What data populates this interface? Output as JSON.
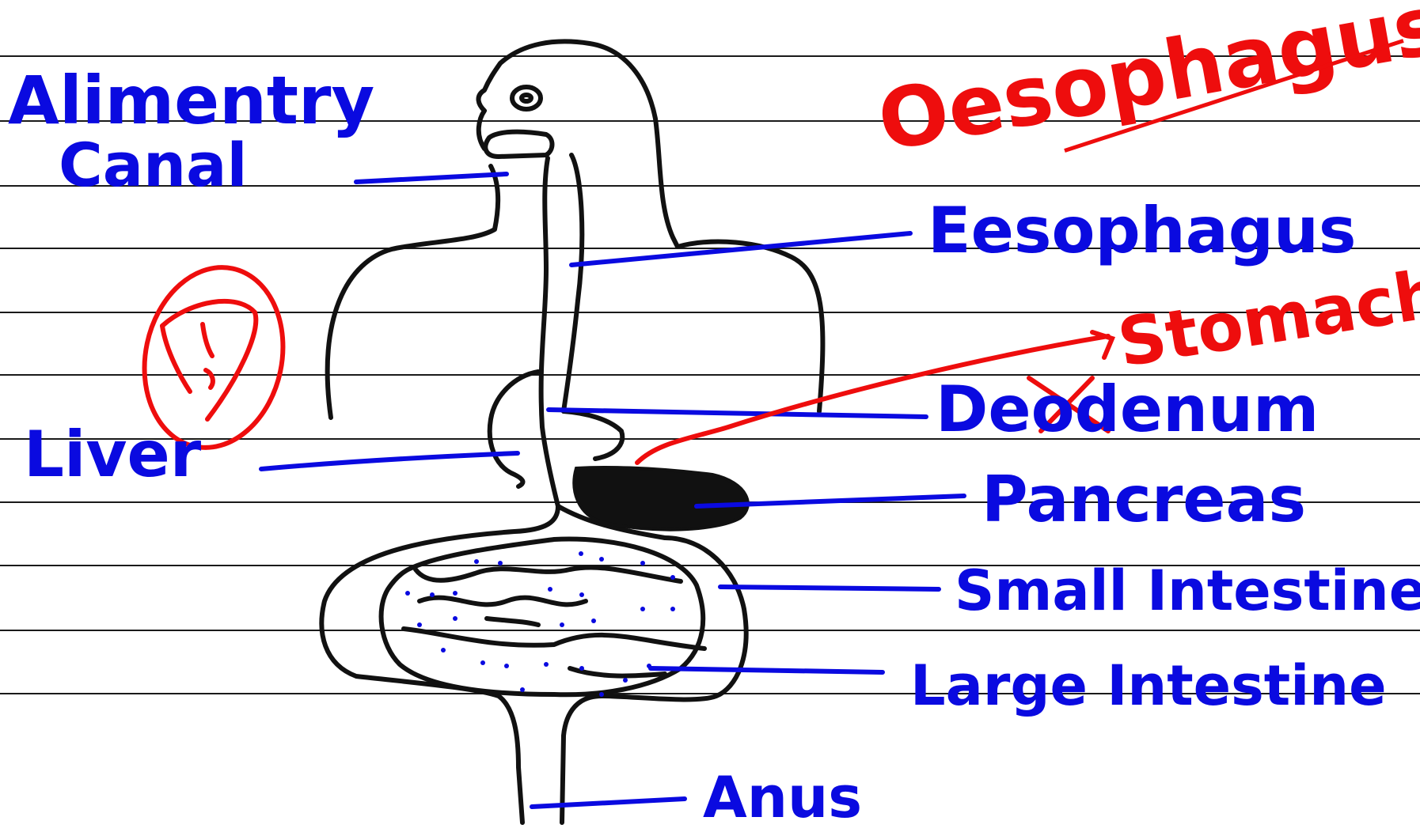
{
  "colors": {
    "ink": "#111111",
    "label_blue": "#0a0ae0",
    "correction_red": "#ee0d0d",
    "ruled_line": "#1a1a1a",
    "paper": "#ffffff"
  },
  "labels": {
    "alimentary_line1": "Alimentry",
    "alimentary_line2": "Canal",
    "liver": "Liver",
    "esophagus": "Eesophagus",
    "duodenum": "Deodenum",
    "pancreas": "Pancreas",
    "small_intestine": "Small Intestine",
    "large_intestine": "Large Intestine",
    "anus": "Anus"
  },
  "corrections": {
    "oesophagus": "Oesophagus",
    "stomach": "Stomach"
  }
}
